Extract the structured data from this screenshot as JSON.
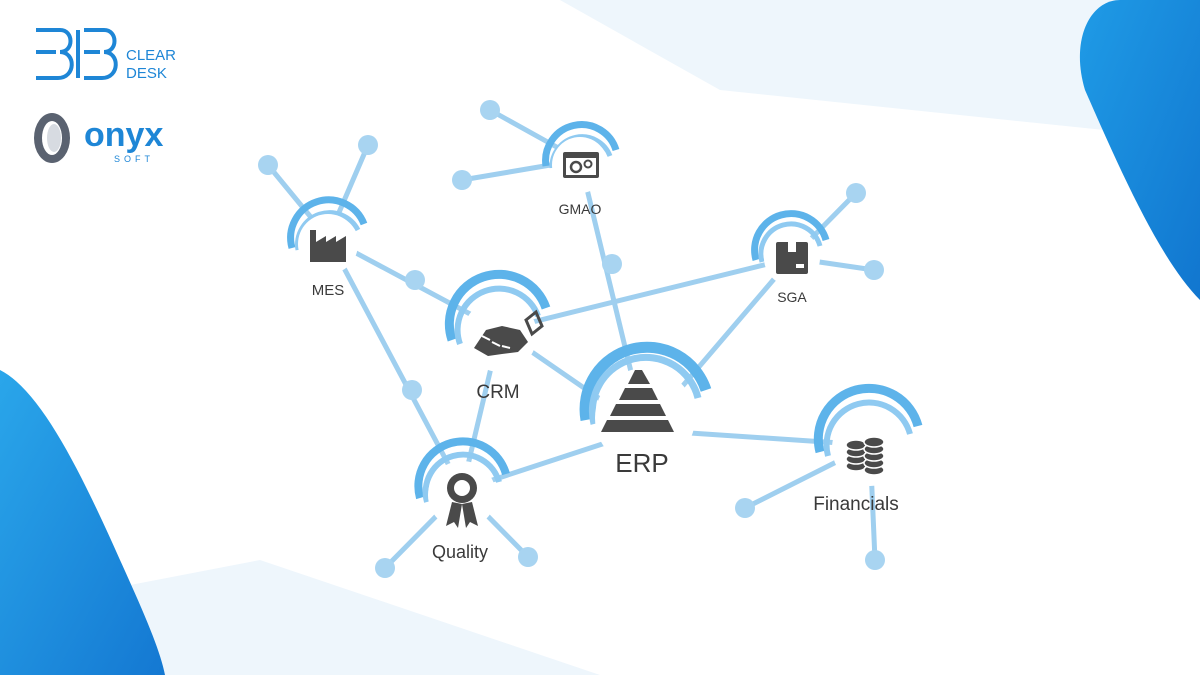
{
  "brand": {
    "logo_primary_mark": "3B",
    "logo_primary_line1": "CLEAR",
    "logo_primary_line2": "DESK",
    "logo_secondary_name": "onyx",
    "logo_secondary_sub": "SOFT"
  },
  "diagram": {
    "nodes": [
      {
        "id": "gmao",
        "label": "GMAO",
        "icon": "gear-window-icon"
      },
      {
        "id": "mes",
        "label": "MES",
        "icon": "factory-icon"
      },
      {
        "id": "sga",
        "label": "SGA",
        "icon": "box-icon"
      },
      {
        "id": "crm",
        "label": "CRM",
        "icon": "handshake-icon"
      },
      {
        "id": "erp",
        "label": "ERP",
        "icon": "pyramid-icon"
      },
      {
        "id": "quality",
        "label": "Quality",
        "icon": "award-ribbon-icon"
      },
      {
        "id": "financials",
        "label": "Financials",
        "icon": "coin-stack-icon"
      }
    ],
    "edges": [
      [
        "erp",
        "crm"
      ],
      [
        "erp",
        "gmao"
      ],
      [
        "erp",
        "sga"
      ],
      [
        "erp",
        "quality"
      ],
      [
        "erp",
        "financials"
      ],
      [
        "crm",
        "mes"
      ],
      [
        "crm",
        "sga"
      ],
      [
        "crm",
        "quality"
      ],
      [
        "mes",
        "quality"
      ]
    ]
  },
  "colors": {
    "accent": "#1e86d6",
    "edge": "#9fcfef",
    "node_ring": "#5db3ea",
    "icon": "#4a4a4a",
    "label": "#3a3a3a"
  }
}
